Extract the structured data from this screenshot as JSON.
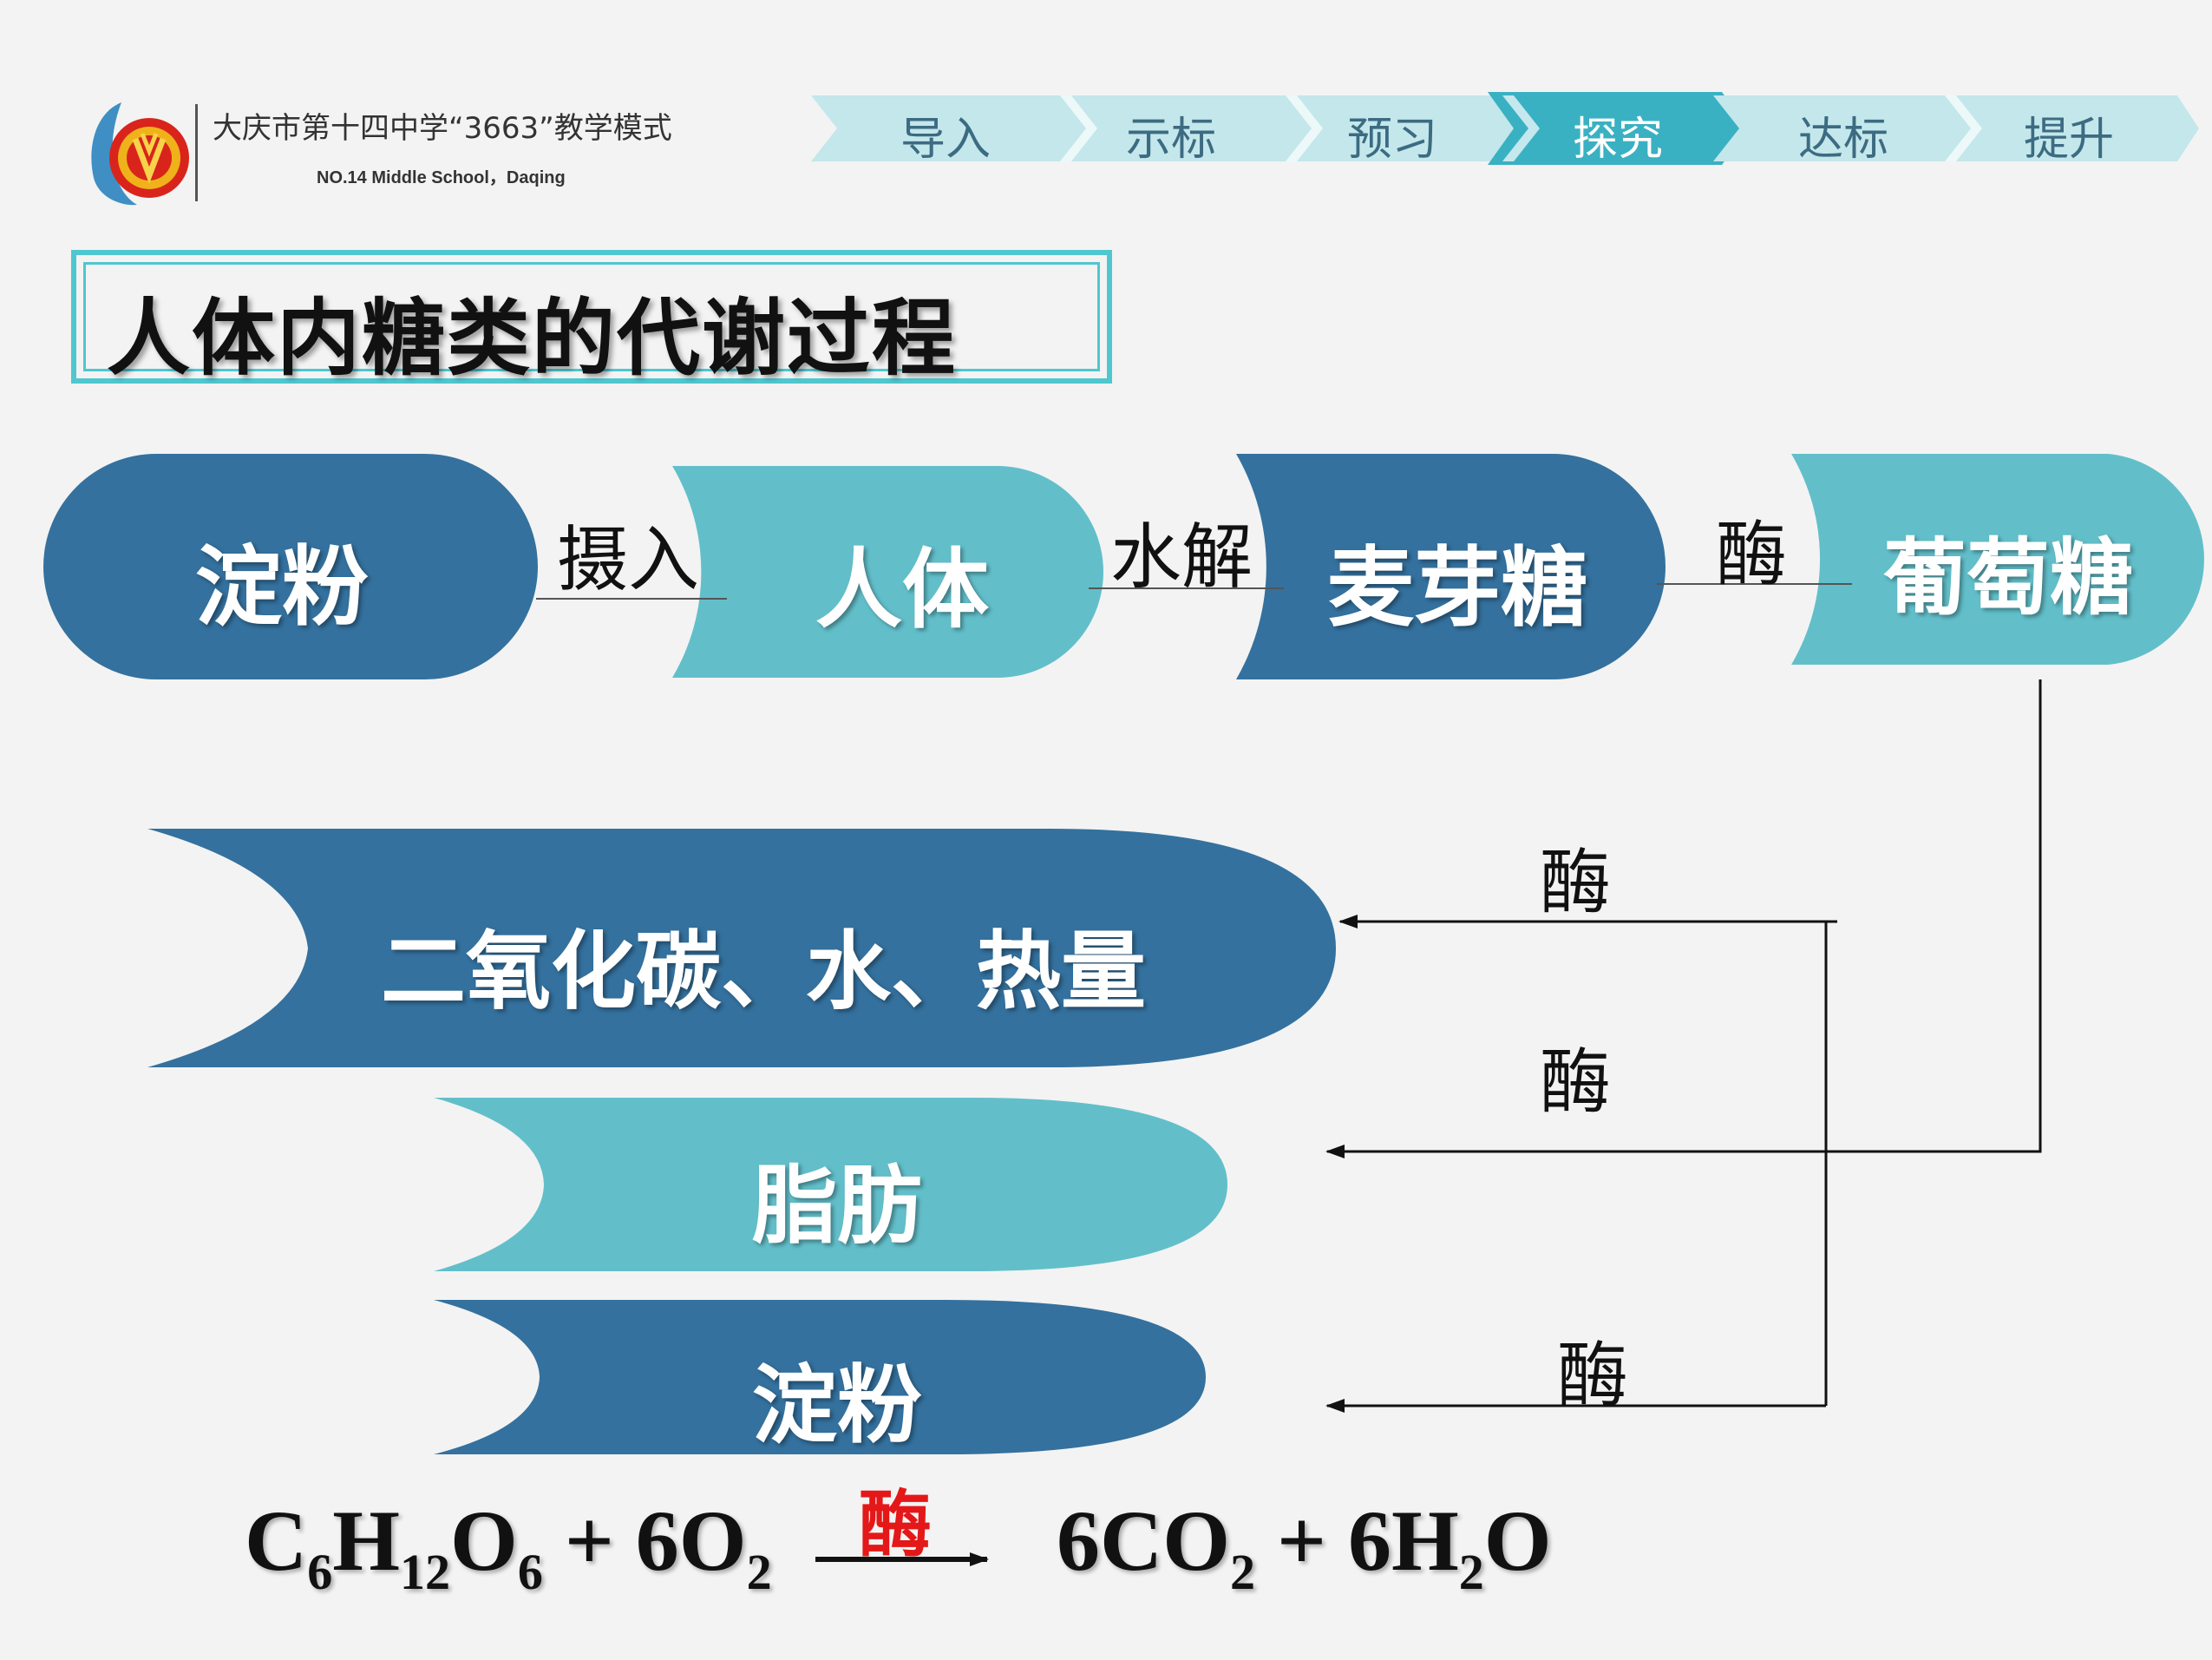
{
  "header": {
    "school_name": "大庆市第十四中学“3663”教学模式",
    "school_subtitle": "NO.14 Middle School，Daqing",
    "nav_tabs": [
      {
        "label": "导入",
        "active": false
      },
      {
        "label": "示标",
        "active": false
      },
      {
        "label": "预习",
        "active": false
      },
      {
        "label": "探究",
        "active": true
      },
      {
        "label": "达标",
        "active": false
      },
      {
        "label": "提升",
        "active": false
      }
    ]
  },
  "title": "人体内糖类的代谢过程",
  "top_flow": {
    "nodes": [
      "淀粉",
      "人体",
      "麦芽糖",
      "葡萄糖"
    ],
    "connectors": [
      "摄入",
      "水解",
      "酶"
    ]
  },
  "products": {
    "items": [
      "二氧化碳、水、热量",
      "脂肪",
      "淀粉"
    ],
    "enzyme_labels": [
      "酶",
      "酶",
      "酶"
    ]
  },
  "equation": {
    "lhs": [
      "C",
      "6",
      "H",
      "12",
      "O",
      "6",
      " + 6O",
      "2"
    ],
    "condition": "酶",
    "rhs": [
      "6CO",
      "2",
      " + 6H",
      "2",
      "O"
    ]
  },
  "colors": {
    "dark_blue": "#34719e",
    "teal": "#62bfca",
    "nav_light": "#c3e7eb",
    "nav_active": "#3ab1c2",
    "enzyme_red": "#e41818"
  }
}
